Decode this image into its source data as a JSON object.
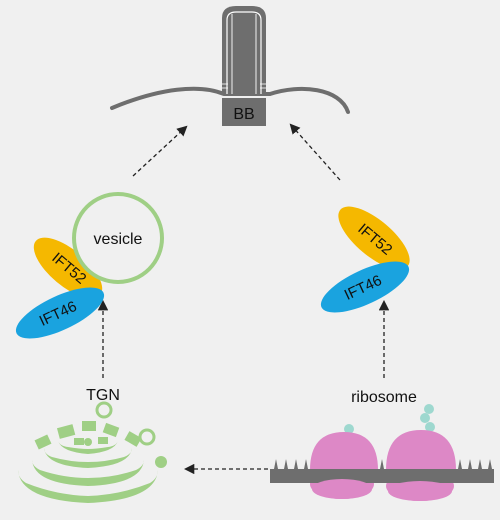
{
  "labels": {
    "basal_body": "BB",
    "vesicle": "vesicle",
    "tgn": "TGN",
    "ribosome": "ribosome",
    "ift52_left": "IFT52",
    "ift46_left": "IFT46",
    "ift52_right": "IFT52",
    "ift46_right": "IFT46"
  },
  "colors": {
    "background": "#f0f0f0",
    "ift52": "#f5b800",
    "ift46": "#1aa3df",
    "vesicle_outline": "#9fcf85",
    "golgi": "#9fcf85",
    "ribosome": "#dd88c6",
    "ribosome_dark": "#c970b2",
    "peptide": "#9ed8cf",
    "membrane": "#6e6e6e",
    "cilium": "#6e6e6e",
    "arrow": "#222222"
  }
}
